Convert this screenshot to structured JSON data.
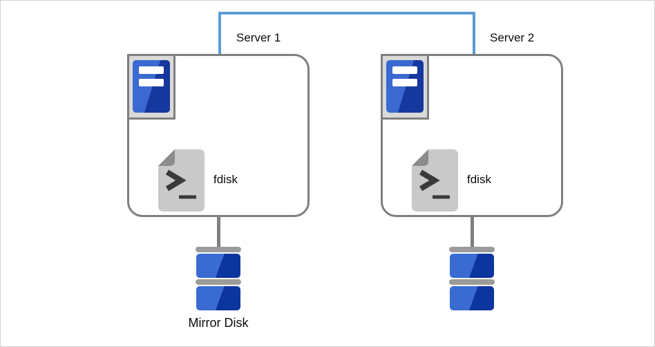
{
  "diagram": {
    "title_hint": "Two servers with mirrored disks connected by an interconnect link",
    "servers": [
      {
        "label": "Server 1",
        "tool_label": "fdisk"
      },
      {
        "label": "Server 2",
        "tool_label": "fdisk"
      }
    ],
    "mirror_disk_label": "Mirror Disk"
  },
  "colors": {
    "link_blue": "#5b9bd5",
    "box_border": "#7f7f7f",
    "frame_border": "#cfcfcf",
    "icon_plate": "#d9d9d9",
    "server_blue_light": "#3a6ad1",
    "server_blue_dark": "#16389e",
    "disk_blue_light": "#3a6bd3",
    "disk_blue_dark": "#0d35a0",
    "bar_gray": "#9b9b9b",
    "doc_gray": "#c9c9c9",
    "doc_fold": "#8c8c8c",
    "doc_glyph": "#3a3a3a"
  }
}
